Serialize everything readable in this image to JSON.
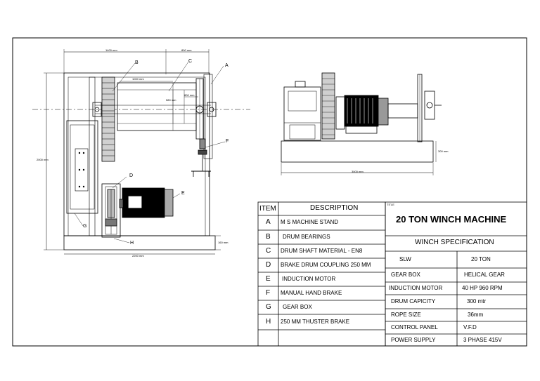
{
  "plan_view": {
    "dims": {
      "top_left": "1400 mm",
      "top_right": "800 mm",
      "drum_width": "1000 mm",
      "drum_dia": "580 mm",
      "flange": "800 mm",
      "overall_height": "2000 mm",
      "base_height": "160 mm",
      "overall_width": "2200 mm"
    },
    "callouts": {
      "a": "A",
      "b": "B",
      "c": "C",
      "d": "D",
      "e": "E",
      "f": "F",
      "g": "G",
      "h": "H"
    }
  },
  "side_view": {
    "dims": {
      "base_height": "300 mm",
      "length": "3000 mm"
    }
  },
  "parts_table": {
    "headers": {
      "item": "ITEM",
      "description": "DESCRIPTION"
    },
    "rows": [
      {
        "item": "A",
        "description": "M S MACHINE STAND"
      },
      {
        "item": "B",
        "description": "DRUM BEARINGS"
      },
      {
        "item": "C",
        "description": "DRUM SHAFT MATERIAL - EN8"
      },
      {
        "item": "D",
        "description": "BRAKE DRUM COUPLING 250 MM"
      },
      {
        "item": "E",
        "description": "INDUCTION MOTOR"
      },
      {
        "item": "F",
        "description": "MANUAL HAND BRAKE"
      },
      {
        "item": "G",
        "description": "GEAR BOX"
      },
      {
        "item": "H",
        "description": "250 MM THUSTER BRAKE"
      }
    ]
  },
  "title_block": {
    "title_caption": "TITLE",
    "title": "20 TON WINCH MACHINE",
    "spec_header": "WINCH SPECIFICATION",
    "specs": [
      {
        "label": "SLW",
        "value": "20 TON"
      },
      {
        "label": "GEAR BOX",
        "value": "HELICAL GEAR"
      },
      {
        "label": "INDUCTION MOTOR",
        "value": "40 HP 960 RPM"
      },
      {
        "label": "DRUM CAPICITY",
        "value": "300 mtr"
      },
      {
        "label": "ROPE SIZE",
        "value": "36mm"
      },
      {
        "label": "CONTROL PANEL",
        "value": "V.F.D"
      },
      {
        "label": "POWER SUPPLY",
        "value": "3 PHASE 415V"
      }
    ]
  }
}
